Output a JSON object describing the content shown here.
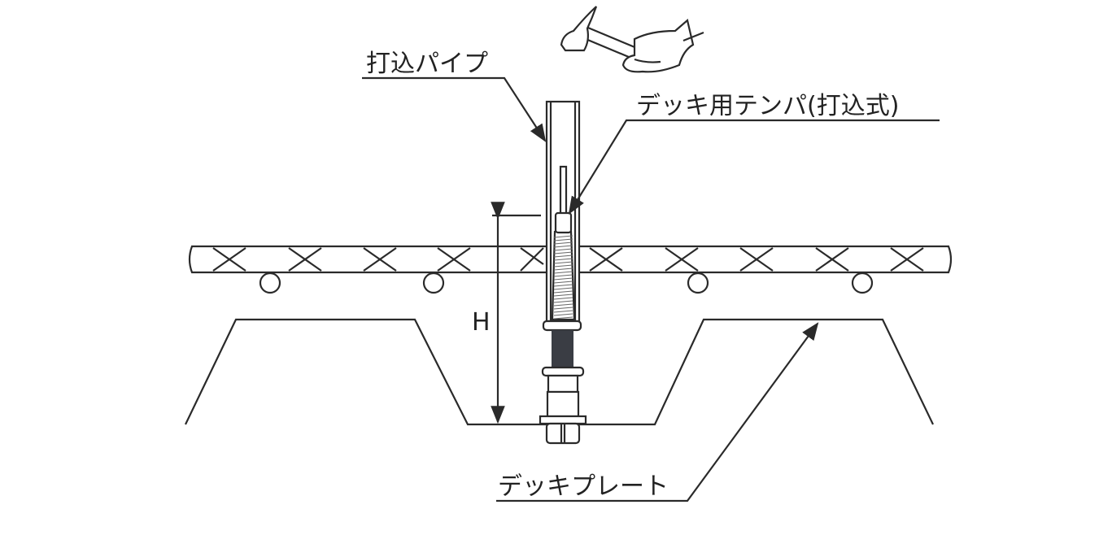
{
  "labels": {
    "pipe": "打込パイプ",
    "anchor": "デッキ用テンパ(打込式)",
    "deck_plate": "デッキプレート",
    "dimension": "H"
  },
  "colors": {
    "line": "#2a2a2a",
    "thread_dark": "#3a3d44"
  }
}
